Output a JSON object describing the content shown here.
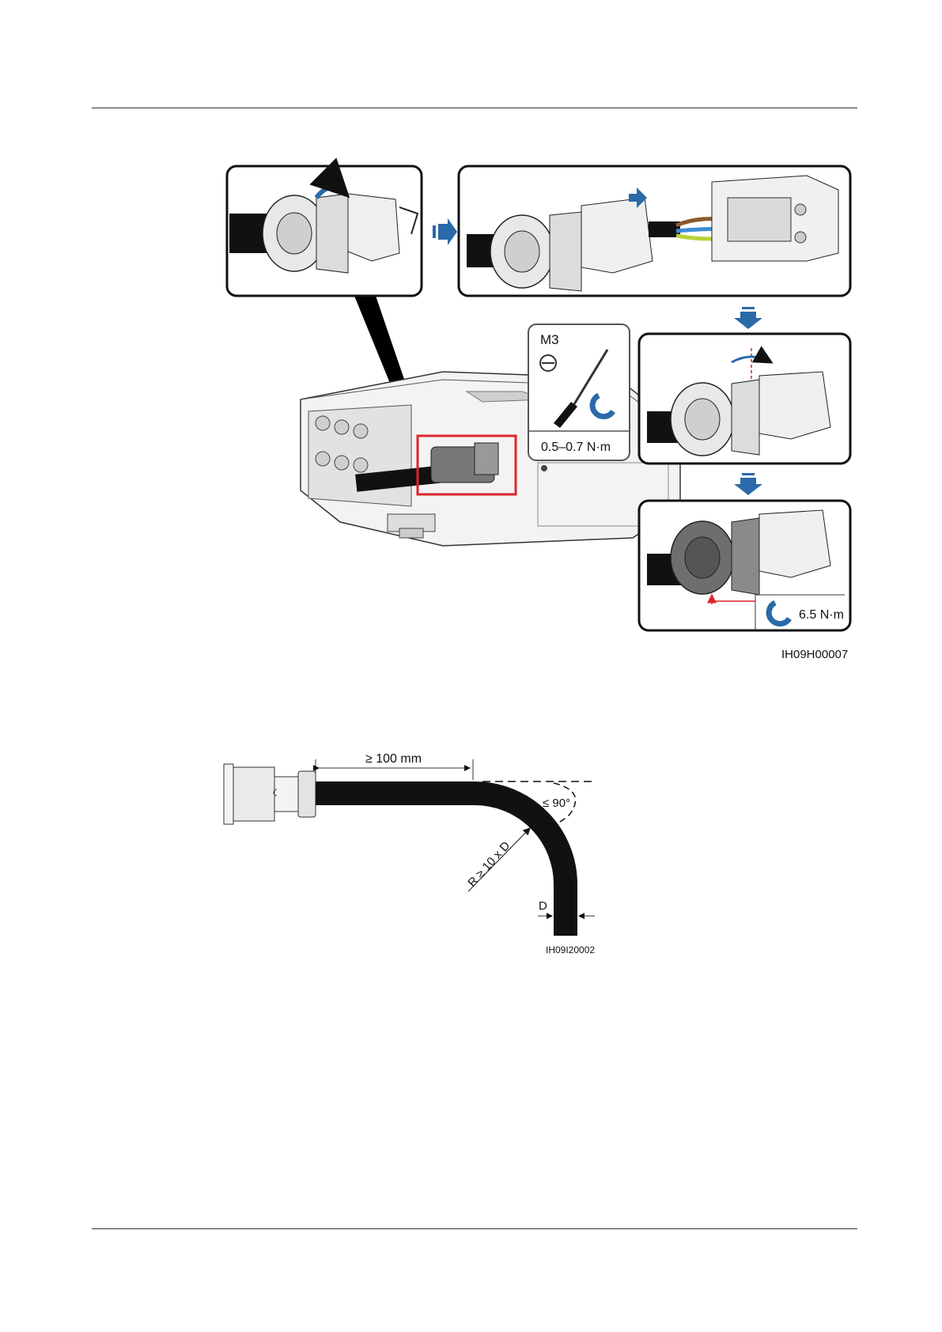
{
  "figure1": {
    "screwdriver_size": "M3",
    "screw_torque": "0.5–0.7 N·m",
    "nut_torque": "6.5 N·m",
    "figure_id": "IH09H00007"
  },
  "figure2": {
    "straight_length": "≥ 100 mm",
    "bend_angle": "≤ 90°",
    "bend_radius": "R ≥ 10 x D",
    "diameter": "D",
    "figure_id": "IH09I20002"
  },
  "colors": {
    "arrow_blue": "#2a6aa8",
    "highlight_red": "#d9262c",
    "cable_black": "#111111",
    "wire_brown": "#8a5a2b",
    "wire_blue": "#3c8fd6",
    "wire_yellow_green": "#b9d23a"
  }
}
